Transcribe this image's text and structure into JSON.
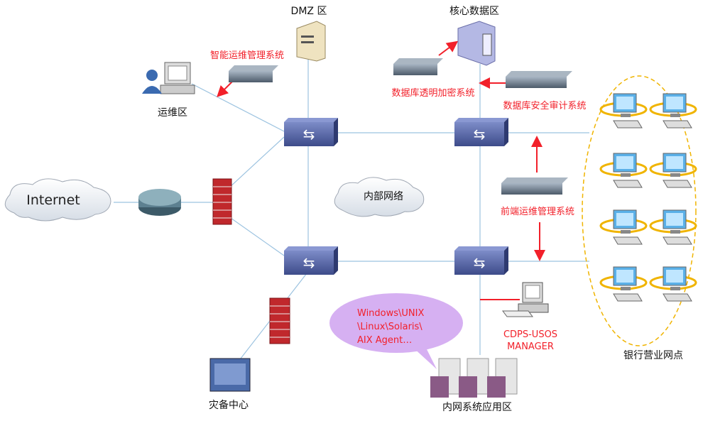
{
  "zones": {
    "dmz": "DMZ 区",
    "core_data": "核心数据区",
    "ops": "运维区",
    "internet": "Internet",
    "internal_network": "内部网络",
    "disaster_recovery": "灾备中心",
    "intranet_apps": "内网系统应用区",
    "bank_branches": "银行营业网点"
  },
  "systems": {
    "smart_ops": "智能运维管理系统",
    "db_encryption": "数据库透明加密系统",
    "db_audit": "数据库安全审计系统",
    "frontend_ops": "前端运维管理系统",
    "cdps_line1": "CDPS-USOS",
    "cdps_line2": "MANAGER"
  },
  "agent_bubble": {
    "line1": "Windows\\UNIX",
    "line2": "\\Linux\\Solaris\\",
    "line3": "AIX Agent…"
  },
  "colors": {
    "link": "#9cc3e0",
    "arrow": "#f2202a",
    "switch": "#4a5a9a",
    "firewall": "#c0282c",
    "bubble": "#d6b0f2",
    "branch_border": "#f0b400"
  }
}
